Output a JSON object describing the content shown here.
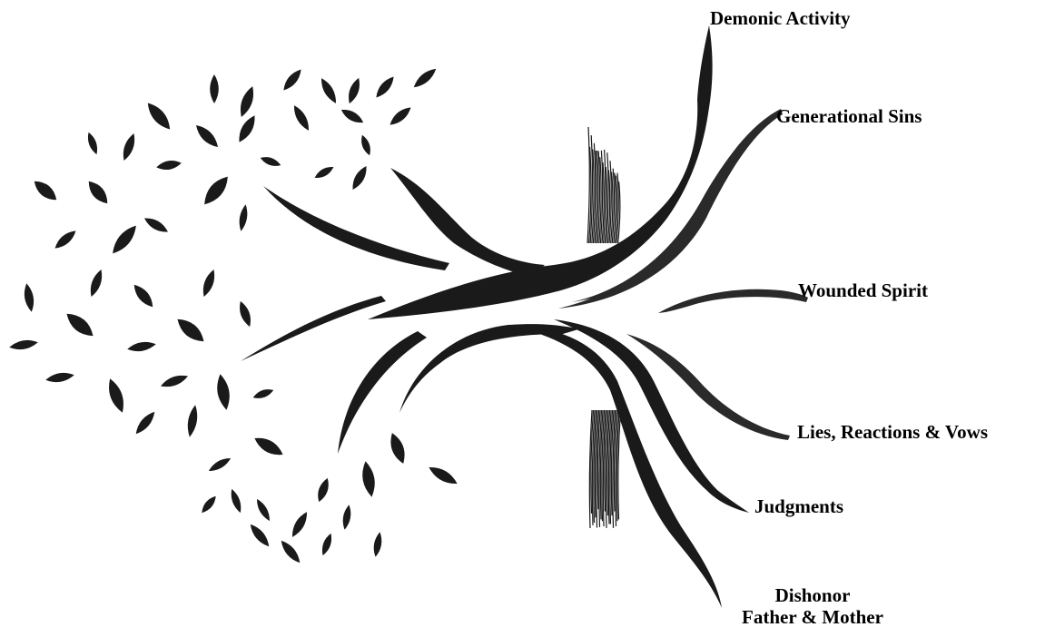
{
  "diagram": {
    "colors": {
      "ink": "#1a1a1a",
      "root_ink": "#2a2a2a",
      "background": "#ffffff"
    },
    "labels": {
      "demonic_activity": "Demonic Activity",
      "generational_sins": "Generational Sins",
      "wounded_spirit": "Wounded Spirit",
      "lies_reactions_vows": "Lies, Reactions & Vows",
      "judgments": "Judgments",
      "dishonor_line1": "Dishonor",
      "dishonor_line2": "Father & Mother"
    }
  }
}
